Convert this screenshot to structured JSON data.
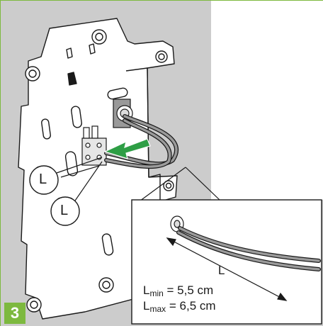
{
  "step": {
    "number": "3"
  },
  "labels": {
    "callout_1": "L",
    "callout_2": "L",
    "length": "L"
  },
  "dimensions": {
    "min": {
      "symbol": "L",
      "subscript": "min",
      "value": " = 5,5 cm"
    },
    "max": {
      "symbol": "L",
      "subscript": "max",
      "value": " = 6,5 cm"
    }
  },
  "colors": {
    "wall": "#cccccc",
    "accent": "#7db93f",
    "arrow": "#2e9e45",
    "line": "#1a1a1a",
    "cable": "#9a9a9a"
  }
}
